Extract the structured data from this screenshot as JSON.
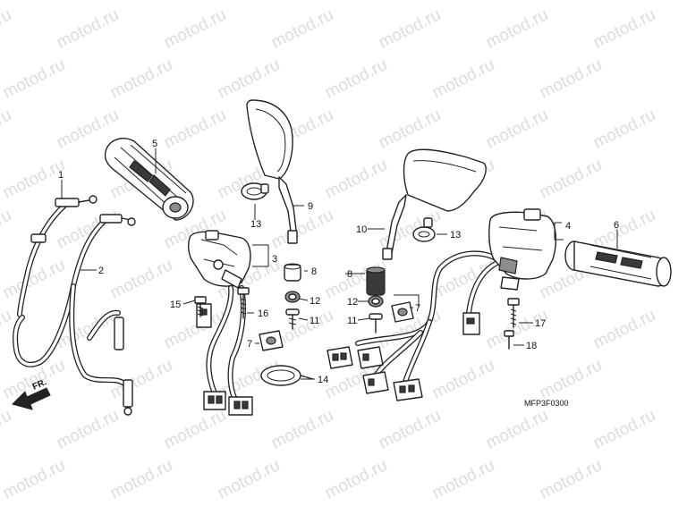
{
  "watermark": "motod.ru",
  "diagram_code": "MFP3F0300",
  "front_label": "FR.",
  "callouts": [
    {
      "id": "1",
      "label": "1"
    },
    {
      "id": "2",
      "label": "2"
    },
    {
      "id": "3",
      "label": "3"
    },
    {
      "id": "4",
      "label": "4"
    },
    {
      "id": "5",
      "label": "5"
    },
    {
      "id": "6",
      "label": "6"
    },
    {
      "id": "7a",
      "label": "7"
    },
    {
      "id": "7b",
      "label": "7"
    },
    {
      "id": "8a",
      "label": "8"
    },
    {
      "id": "8b",
      "label": "8"
    },
    {
      "id": "9",
      "label": "9"
    },
    {
      "id": "10",
      "label": "10"
    },
    {
      "id": "11a",
      "label": "11"
    },
    {
      "id": "11b",
      "label": "11"
    },
    {
      "id": "12a",
      "label": "12"
    },
    {
      "id": "12b",
      "label": "12"
    },
    {
      "id": "13a",
      "label": "13"
    },
    {
      "id": "13b",
      "label": "13"
    },
    {
      "id": "14",
      "label": "14"
    },
    {
      "id": "15",
      "label": "15"
    },
    {
      "id": "16",
      "label": "16"
    },
    {
      "id": "17",
      "label": "17"
    },
    {
      "id": "18",
      "label": "18"
    }
  ]
}
